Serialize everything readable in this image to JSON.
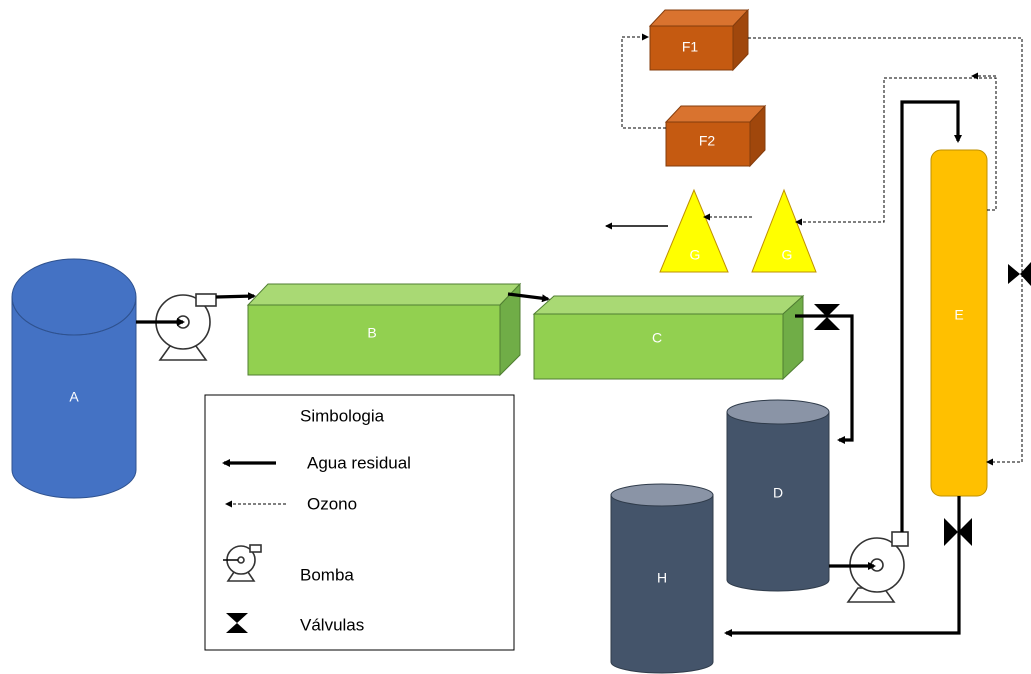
{
  "labels": {
    "A": "A",
    "B": "B",
    "C": "C",
    "D": "D",
    "E": "E",
    "F1": "F1",
    "F2": "F2",
    "G1": "G",
    "G2": "G",
    "H": "H"
  },
  "legend": {
    "title": "Simbologia",
    "water": "Agua residual",
    "ozone": "Ozono",
    "pump": "Bomba",
    "valve": "Válvulas"
  },
  "colors": {
    "tank_blue": "#4472C4",
    "tank_dark": "#44546A",
    "tank_dark_top": "#8A94A6",
    "box_green": "#92D050",
    "box_green_dark": "#70AD47",
    "box_orange": "#C55A11",
    "box_orange_dark": "#A0470C",
    "column_yellow": "#FFC000",
    "cone_yellow": "#FFFF00",
    "line": "#000000"
  }
}
